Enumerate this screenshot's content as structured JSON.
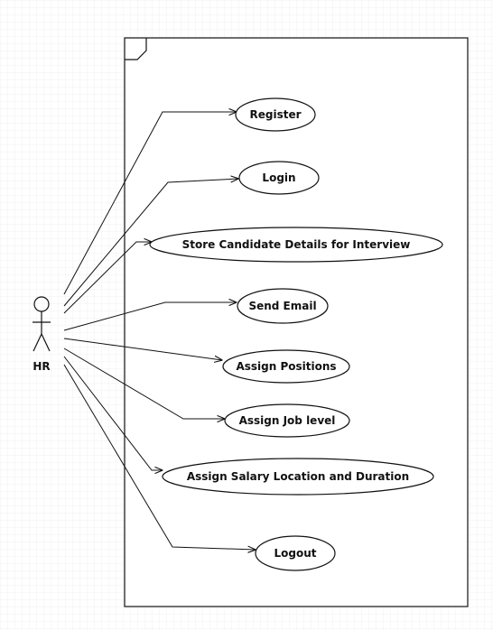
{
  "diagram": {
    "type": "uml-use-case",
    "actor": {
      "label": "HR",
      "icon": "stick-figure-actor-icon"
    },
    "use_cases": [
      {
        "id": "register",
        "label": "Register"
      },
      {
        "id": "login",
        "label": "Login"
      },
      {
        "id": "store-candidate-details",
        "label": "Store Candidate Details for Interview"
      },
      {
        "id": "send-email",
        "label": "Send Email"
      },
      {
        "id": "assign-positions",
        "label": "Assign Positions"
      },
      {
        "id": "assign-job-level",
        "label": "Assign Job level"
      },
      {
        "id": "assign-salary-location-duration",
        "label": "Assign Salary Location and Duration"
      },
      {
        "id": "logout",
        "label": "Logout"
      }
    ],
    "associations": [
      {
        "from": "HR",
        "to": "register"
      },
      {
        "from": "HR",
        "to": "login"
      },
      {
        "from": "HR",
        "to": "store-candidate-details"
      },
      {
        "from": "HR",
        "to": "send-email"
      },
      {
        "from": "HR",
        "to": "assign-positions"
      },
      {
        "from": "HR",
        "to": "assign-job-level"
      },
      {
        "from": "HR",
        "to": "assign-salary-location-duration"
      },
      {
        "from": "HR",
        "to": "logout"
      }
    ],
    "style": {
      "background": "#ffffff",
      "grid_color": "#e6e6e6",
      "line_color": "#111111"
    }
  }
}
